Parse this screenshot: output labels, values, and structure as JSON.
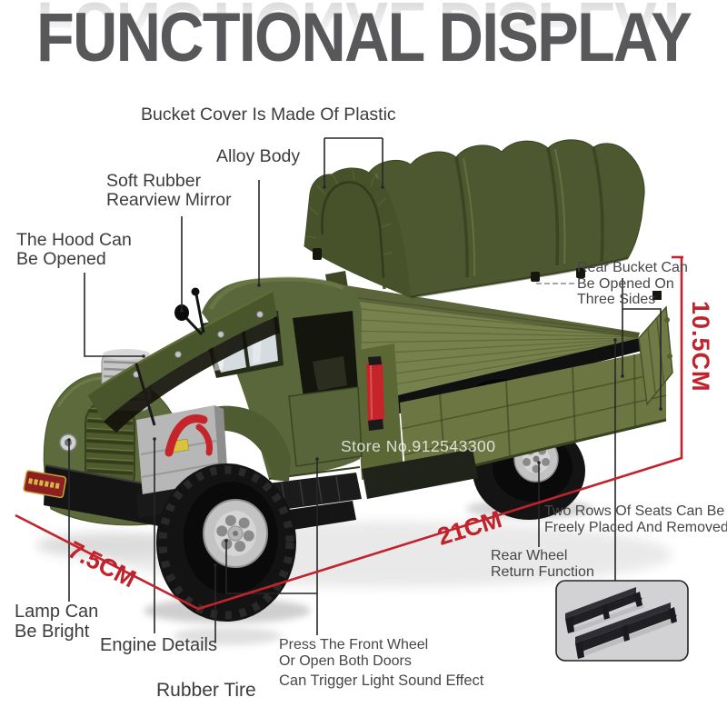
{
  "page": {
    "title": "FUNCTIONAL DISPLAY",
    "watermark": "Store No.912543300"
  },
  "callouts": {
    "bucket_cover": {
      "line1": "Bucket Cover Is Made Of Plastic"
    },
    "alloy_body": {
      "line1": "Alloy Body"
    },
    "rearview_mirror": {
      "line1": "Soft Rubber",
      "line2": "Rearview Mirror"
    },
    "hood": {
      "line1": "The Hood Can",
      "line2": "Be Opened"
    },
    "rear_bucket": {
      "line1": "Rear Bucket Can",
      "line2": "Be Opened On",
      "line3": "Three Sides"
    },
    "seats": {
      "line1": "Two Rows Of Seats Can Be",
      "line2": "Freely Placed And Removed"
    },
    "rear_wheel": {
      "line1": "Rear Wheel",
      "line2": "Return Function"
    },
    "lamp": {
      "line1": "Lamp Can",
      "line2": "Be Bright"
    },
    "engine": {
      "line1": "Engine Details"
    },
    "front_wheel_doors": {
      "line1": "Press The Front Wheel",
      "line2": "Or Open Both Doors"
    },
    "light_sound": {
      "line1": "Can Trigger Light Sound Effect"
    },
    "rubber_tire": {
      "line1": "Rubber Tire"
    }
  },
  "dimensions": {
    "height": "10.5CM",
    "length": "21CM",
    "width": "7.5CM"
  },
  "colors": {
    "dimension_red": "#c0232b",
    "callout_line": "#26262a",
    "title_gray": "#58585a",
    "truck_body_green": "#5a673a",
    "canopy_green": "#4e5830",
    "bed_deck_green": "#76814e",
    "watermark_white": "#ffffff"
  }
}
